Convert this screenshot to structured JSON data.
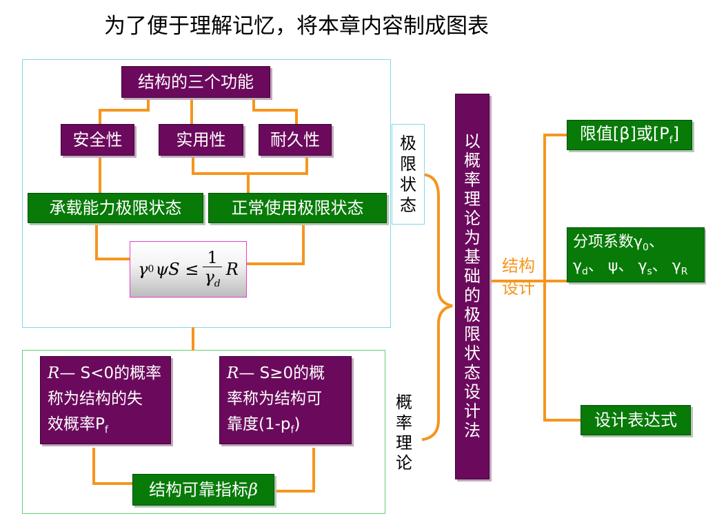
{
  "title": "为了便于理解记忆，将本章内容制成图表",
  "top_panel": {
    "three_functions": "结构的三个功能",
    "safety": "安全性",
    "applicability": "实用性",
    "durability": "耐久性",
    "ultimate_state": "承载能力极限状态",
    "serviceability_state": "正常使用极限状态",
    "formula": {
      "lhs_gamma": "γ",
      "lhs_gamma_sub": "0",
      "lhs_rest": "ψS ≤",
      "frac_num": "1",
      "frac_den": "γ",
      "frac_den_sub": "d",
      "rhs": "R"
    }
  },
  "limit_state_label": [
    "极",
    "限",
    "状",
    "态"
  ],
  "bottom_panel": {
    "failure_box": {
      "line1_var": "R",
      "line1_rest": "— S<0的概率",
      "line2": "称为结构的失",
      "line3": "效概率P",
      "line3_sub": "f"
    },
    "reliability_box": {
      "line1_var": "R",
      "line1_rest": "— S≥0的概",
      "line2": "率称为结构可",
      "line3": "靠度(1-p",
      "line3_sub": "f",
      "line3_end": ")"
    },
    "reliability_index": "结构可靠指标",
    "reliability_index_symbol": "β"
  },
  "probability_label": [
    "概",
    "率",
    "理",
    "论"
  ],
  "central_method": [
    "以",
    "概",
    "率",
    "理",
    "论",
    "为",
    "基",
    "础",
    "的",
    "极",
    "限",
    "状",
    "态",
    "设",
    "计",
    "法"
  ],
  "structural_design_label": [
    "结构",
    "设计"
  ],
  "right_boxes": {
    "limit_value": {
      "pre": "限值[β]或[P",
      "sub": "f",
      "post": "]"
    },
    "partial_factors": {
      "line1": "分项系数γ",
      "line1_sub": "0",
      "line1_post": "、",
      "line2": [
        {
          "t": "γ",
          "sub": "d",
          "post": "、 "
        },
        {
          "t": "ψ",
          "sub": "",
          "post": "、 "
        },
        {
          "t": "γ",
          "sub": "s",
          "post": "、 "
        },
        {
          "t": "γ",
          "sub": "R",
          "post": ""
        }
      ]
    },
    "design_expression": "设计表达式"
  },
  "colors": {
    "purple_box": "#6b0a5c",
    "green_box": "#087a08",
    "connector": "#f5951d",
    "top_frame": "#7fd7ea",
    "bottom_frame": "#5fd16a"
  }
}
